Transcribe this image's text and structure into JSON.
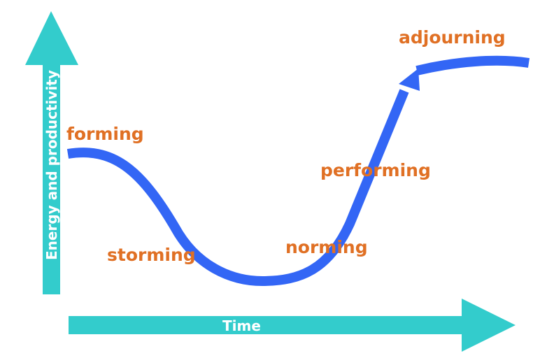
{
  "axes": {
    "y_label": "Energy and productivity",
    "x_label": "Time"
  },
  "stages": [
    {
      "label": "forming"
    },
    {
      "label": "storming"
    },
    {
      "label": "norming"
    },
    {
      "label": "performing"
    },
    {
      "label": "adjourning"
    }
  ],
  "colors": {
    "axis": "#33cccc",
    "curve": "#3366f5",
    "label": "#e07024"
  }
}
